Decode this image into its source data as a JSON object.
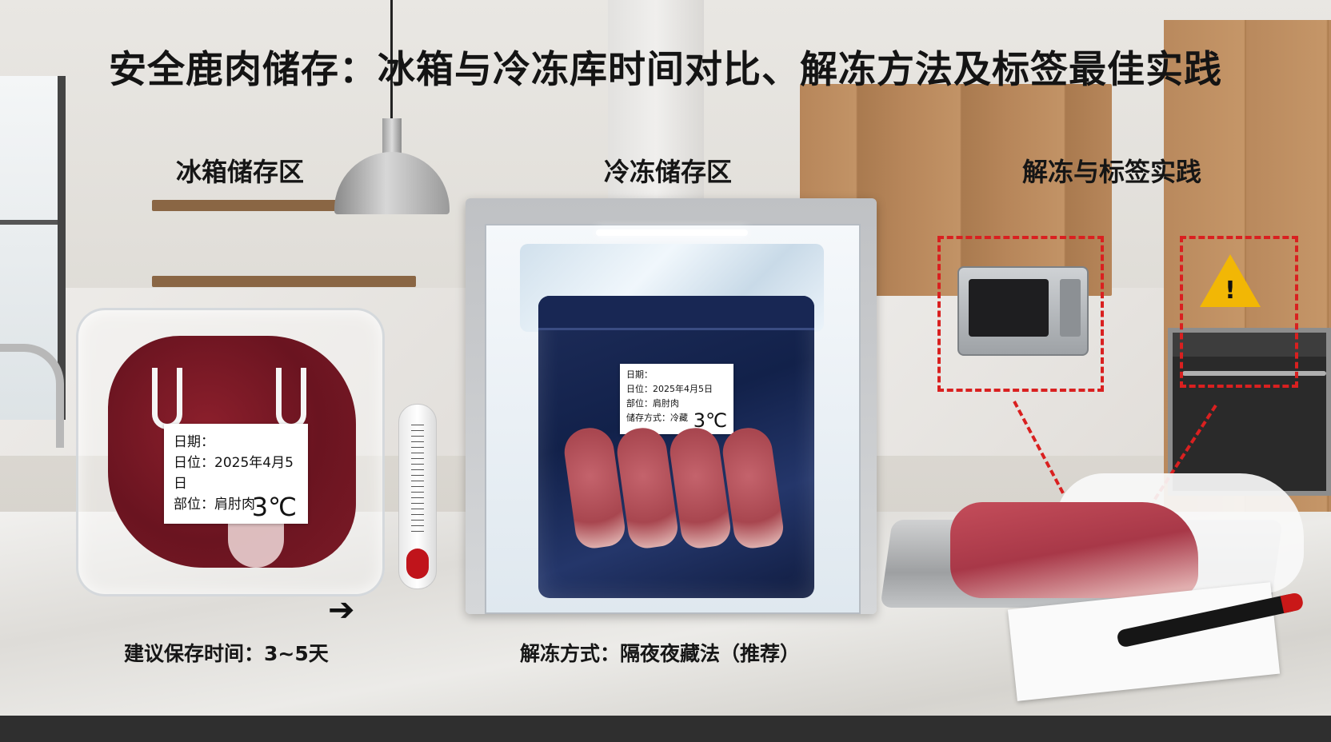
{
  "title": "安全鹿肉储存：冰箱与冷冻库时间对比、解冻方法及标签最佳实践",
  "sections": {
    "fridge": {
      "label": "冰箱储存区",
      "tag_lines": [
        "日期：",
        "日位：2025年4月5日",
        "部位：肩肘肉"
      ],
      "tag_temp": "3℃",
      "note": "建议保存时间：3~5天"
    },
    "freezer": {
      "label": "冷冻储存区",
      "tag_lines": [
        "日期：",
        "日位：2025年4月5日",
        "部位：肩肘肉",
        "储存方式：冷藏"
      ],
      "tag_temp": "3℃",
      "note": "解冻方式：隔夜夜藏法（推荐）"
    },
    "thaw": {
      "label": "解冻与标签实践"
    }
  },
  "colors": {
    "accent_red": "#d92020",
    "warning_yellow": "#f2b705",
    "bag_navy": "#12214a"
  },
  "icons": [
    "thermometer-icon",
    "arrow-right-icon",
    "microwave-icon",
    "warning-icon"
  ]
}
